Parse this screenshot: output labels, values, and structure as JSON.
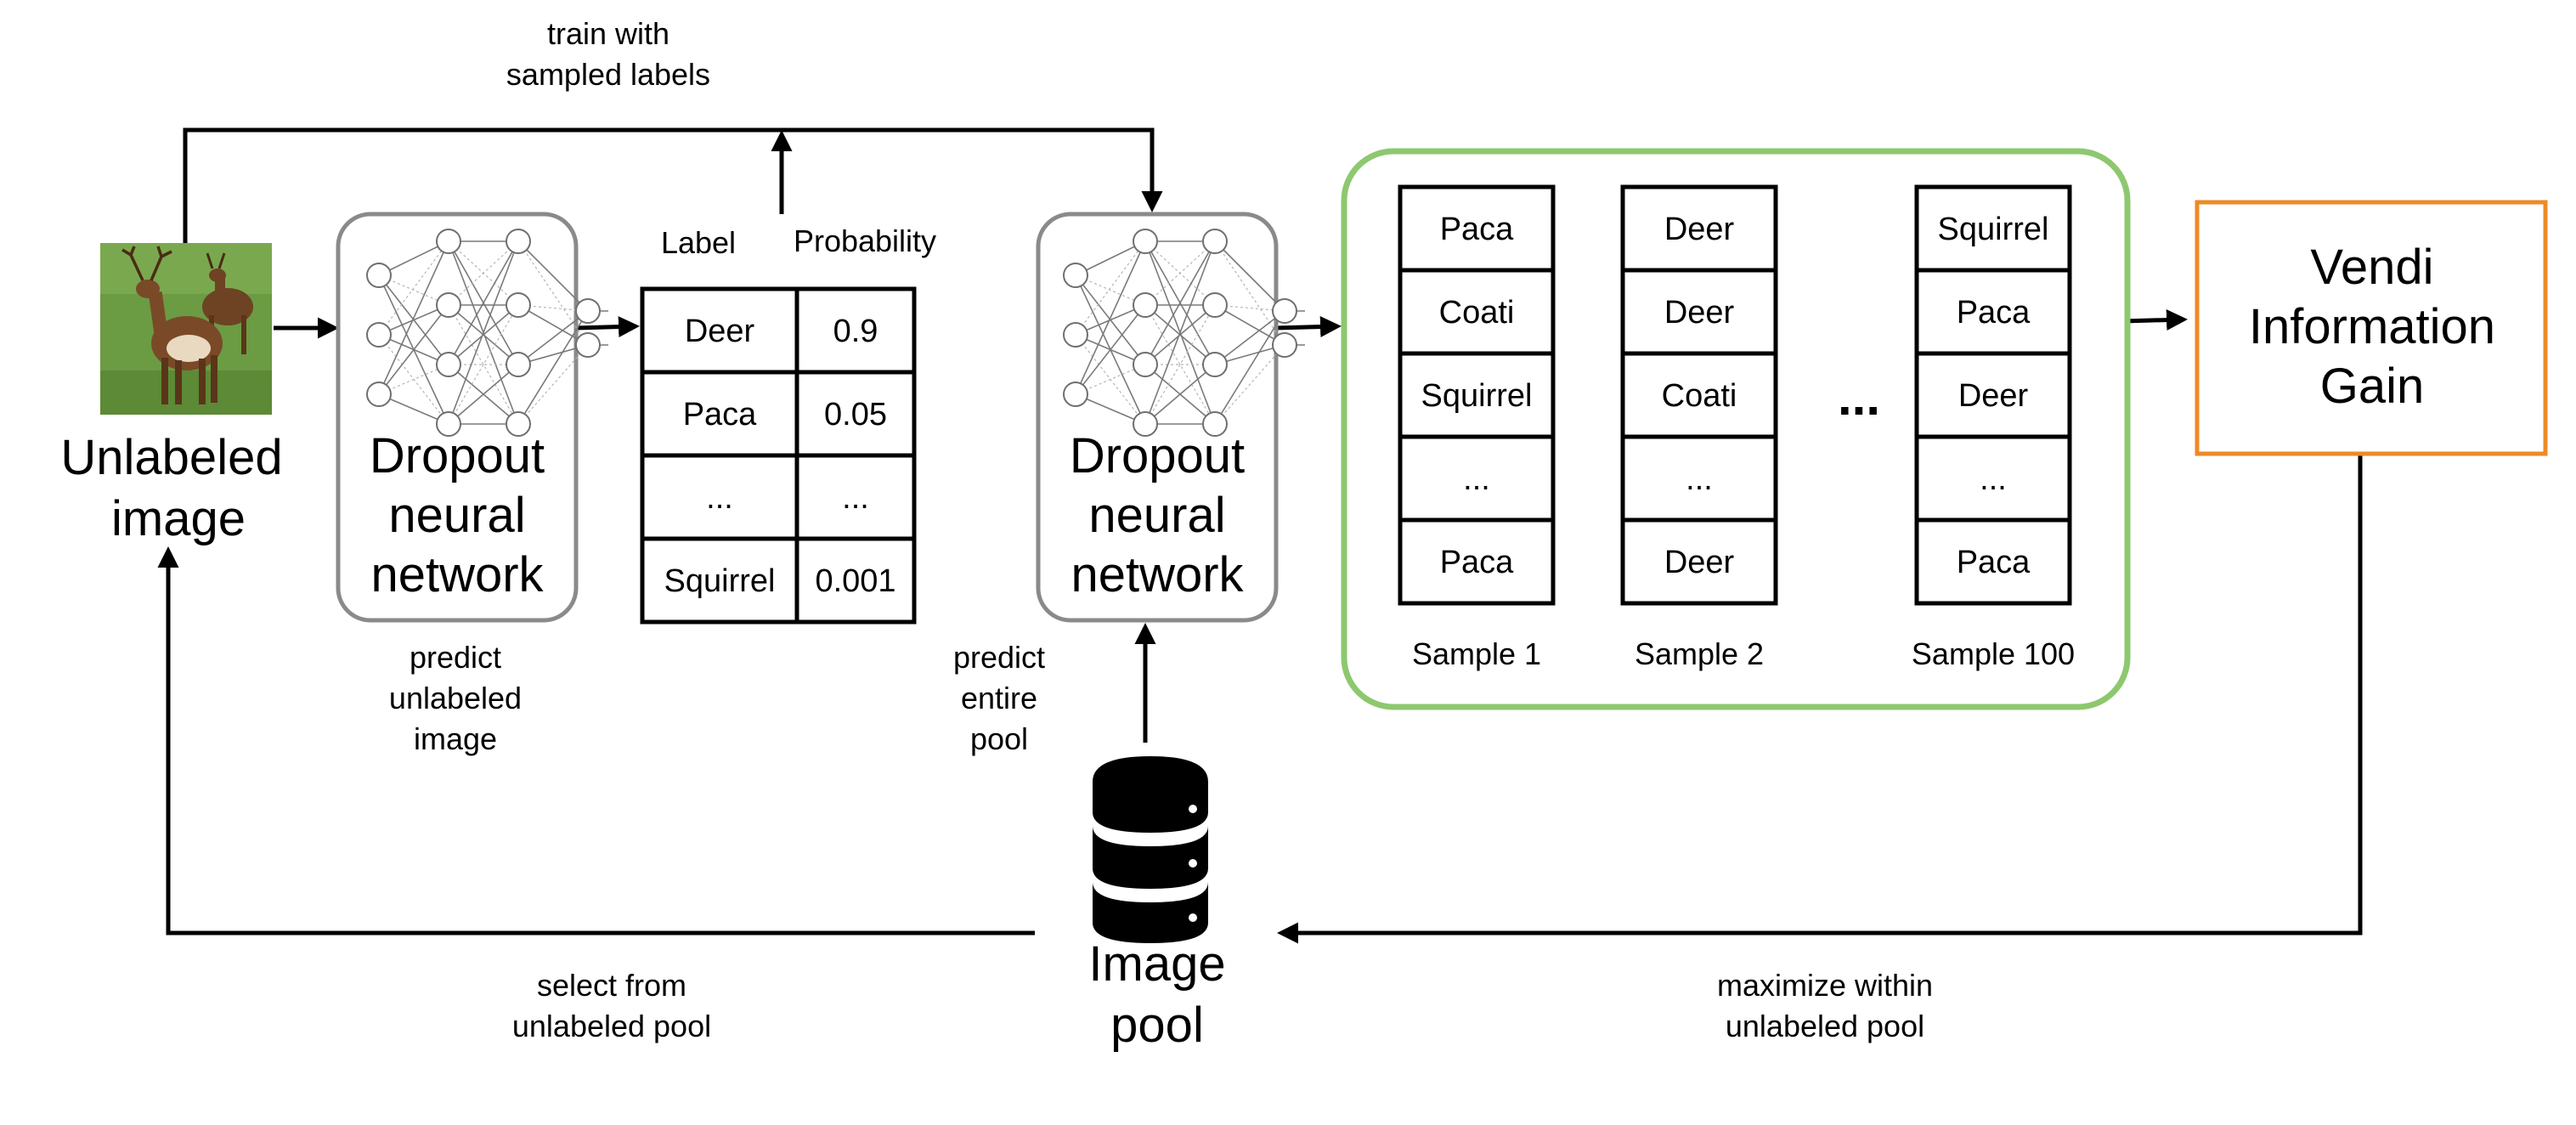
{
  "colors": {
    "green_box": "#8dc86f",
    "orange_box": "#ee8a26",
    "gray_box": "#8a8a8a",
    "image_grass": "#5f8f3a",
    "deer_body": "#7a4a28"
  },
  "icons": {
    "deer_image": "deer-photo",
    "network": "neural-network-icon",
    "database": "database-icon"
  },
  "labels": {
    "train_with": "train with",
    "sampled_labels": "sampled labels",
    "unlabeled_1": "Unlabeled",
    "unlabeled_2": "image",
    "nn_1": "Dropout",
    "nn_2": "neural",
    "nn_3": "network",
    "predict_unlabeled_1": "predict",
    "predict_unlabeled_2": "unlabeled",
    "predict_unlabeled_3": "image",
    "predict_pool_1": "predict",
    "predict_pool_2": "entire",
    "predict_pool_3": "pool",
    "pool_1": "Image",
    "pool_2": "pool",
    "select_1": "select from",
    "select_2": "unlabeled pool",
    "maximize_1": "maximize within",
    "maximize_2": "unlabeled pool",
    "vendi_1": "Vendi",
    "vendi_2": "Information",
    "vendi_3": "Gain",
    "ellipsis": "..."
  },
  "prob_table": {
    "headers": [
      "Label",
      "Probability"
    ],
    "rows": [
      [
        "Deer",
        "0.9"
      ],
      [
        "Paca",
        "0.05"
      ],
      [
        "...",
        "..."
      ],
      [
        "Squirrel",
        "0.001"
      ]
    ]
  },
  "samples": [
    {
      "name": "Sample 1",
      "cells": [
        "Paca",
        "Coati",
        "Squirrel",
        "...",
        "Paca"
      ]
    },
    {
      "name": "Sample 2",
      "cells": [
        "Deer",
        "Deer",
        "Coati",
        "...",
        "Deer"
      ]
    },
    {
      "name": "Sample 100",
      "cells": [
        "Squirrel",
        "Paca",
        "Deer",
        "...",
        "Paca"
      ]
    }
  ]
}
